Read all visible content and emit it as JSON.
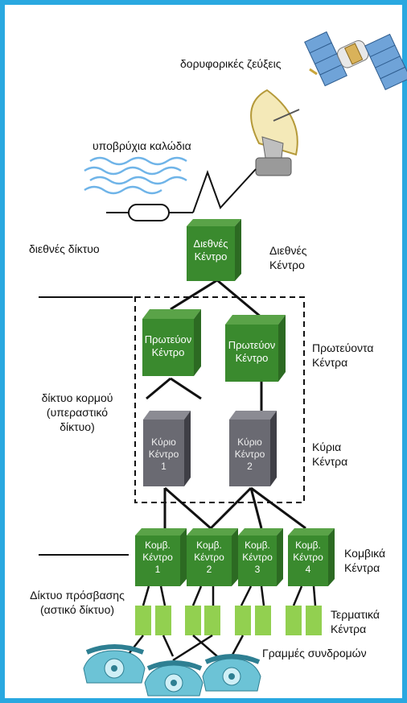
{
  "colors": {
    "frame_border": "#2aa8e0",
    "center_green": "#3a8a2e",
    "main_center_grey": "#6a6a72",
    "terminal_green": "#92d050",
    "phone_blue": "#6cc3d6"
  },
  "icons": [
    "satellite-icon",
    "satellite-dish-icon",
    "waves-icon",
    "telephone-icon"
  ],
  "labels": {
    "satellite_links": "δορυφορικές ζεύξεις",
    "undersea_cables": "υποβρύχια καλώδια",
    "international_network": "διεθνές δίκτυο",
    "international_center": {
      "line1": "Διεθνές",
      "line2": "Κέντρο"
    },
    "primary_centers": {
      "line1": "Πρωτεύοντα",
      "line2": "Κέντρα"
    },
    "trunk_network": {
      "line1": "δίκτυο κορμού",
      "line2": "(υπεραστικό",
      "line3": "δίκτυο)"
    },
    "main_centers": {
      "line1": "Κύρια",
      "line2": "Κέντρα"
    },
    "tandem_centers": {
      "line1": "Κομβικά",
      "line2": "Κέντρα"
    },
    "access_network": {
      "line1": "Δίκτυο πρόσβασης",
      "line2": "(αστικό δίκτυο)"
    },
    "terminal_centers": {
      "line1": "Τερματικά",
      "line2": "Κέντρα"
    },
    "subscriber_lines": "Γραμμές συνδρομών"
  },
  "boxes": {
    "international": {
      "line1": "Διεθνές",
      "line2": "Κέντρο"
    },
    "primary": [
      {
        "line1": "Πρωτεύον",
        "line2": "Κέντρο"
      },
      {
        "line1": "Πρωτεύον",
        "line2": "Κέντρο"
      }
    ],
    "main": [
      {
        "line1": "Κύριο",
        "line2": "Κέντρο",
        "number": "1"
      },
      {
        "line1": "Κύριο",
        "line2": "Κέντρο",
        "number": "2"
      }
    ],
    "tandem": [
      {
        "line1": "Κομβ.",
        "line2": "Κέντρο",
        "number": "1"
      },
      {
        "line1": "Κομβ.",
        "line2": "Κέντρο",
        "number": "2"
      },
      {
        "line1": "Κομβ.",
        "line2": "Κέντρο",
        "number": "3"
      },
      {
        "line1": "Κομβ.",
        "line2": "Κέντρο",
        "number": "4"
      }
    ]
  }
}
